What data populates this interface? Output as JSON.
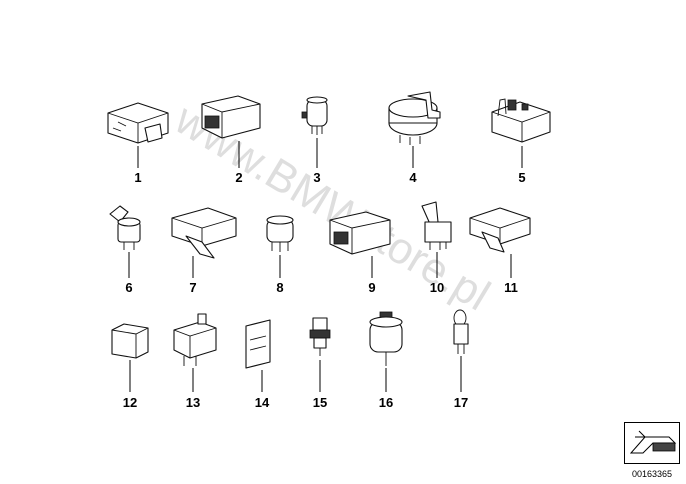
{
  "watermark": "www.BMWstore.pl",
  "parts": [
    {
      "number": "1",
      "icon": "relay-box-with-bracket"
    },
    {
      "number": "2",
      "icon": "relay-box-connector-front"
    },
    {
      "number": "3",
      "icon": "round-relay-small"
    },
    {
      "number": "4",
      "icon": "round-relay-with-bracket"
    },
    {
      "number": "5",
      "icon": "relay-module-open"
    },
    {
      "number": "6",
      "icon": "round-relay-with-tab"
    },
    {
      "number": "7",
      "icon": "flat-relay-with-foot"
    },
    {
      "number": "8",
      "icon": "round-relay-pins"
    },
    {
      "number": "9",
      "icon": "relay-box-connector-front"
    },
    {
      "number": "10",
      "icon": "square-relay-with-bracket"
    },
    {
      "number": "11",
      "icon": "flat-relay-with-foot"
    },
    {
      "number": "12",
      "icon": "cube-relay"
    },
    {
      "number": "13",
      "icon": "relay-with-mount-plate"
    },
    {
      "number": "14",
      "icon": "mounting-plate"
    },
    {
      "number": "15",
      "icon": "pressure-switch-small"
    },
    {
      "number": "16",
      "icon": "pressure-switch-large"
    },
    {
      "number": "17",
      "icon": "relay-with-loop-bracket"
    }
  ],
  "reference_code": "00163365"
}
